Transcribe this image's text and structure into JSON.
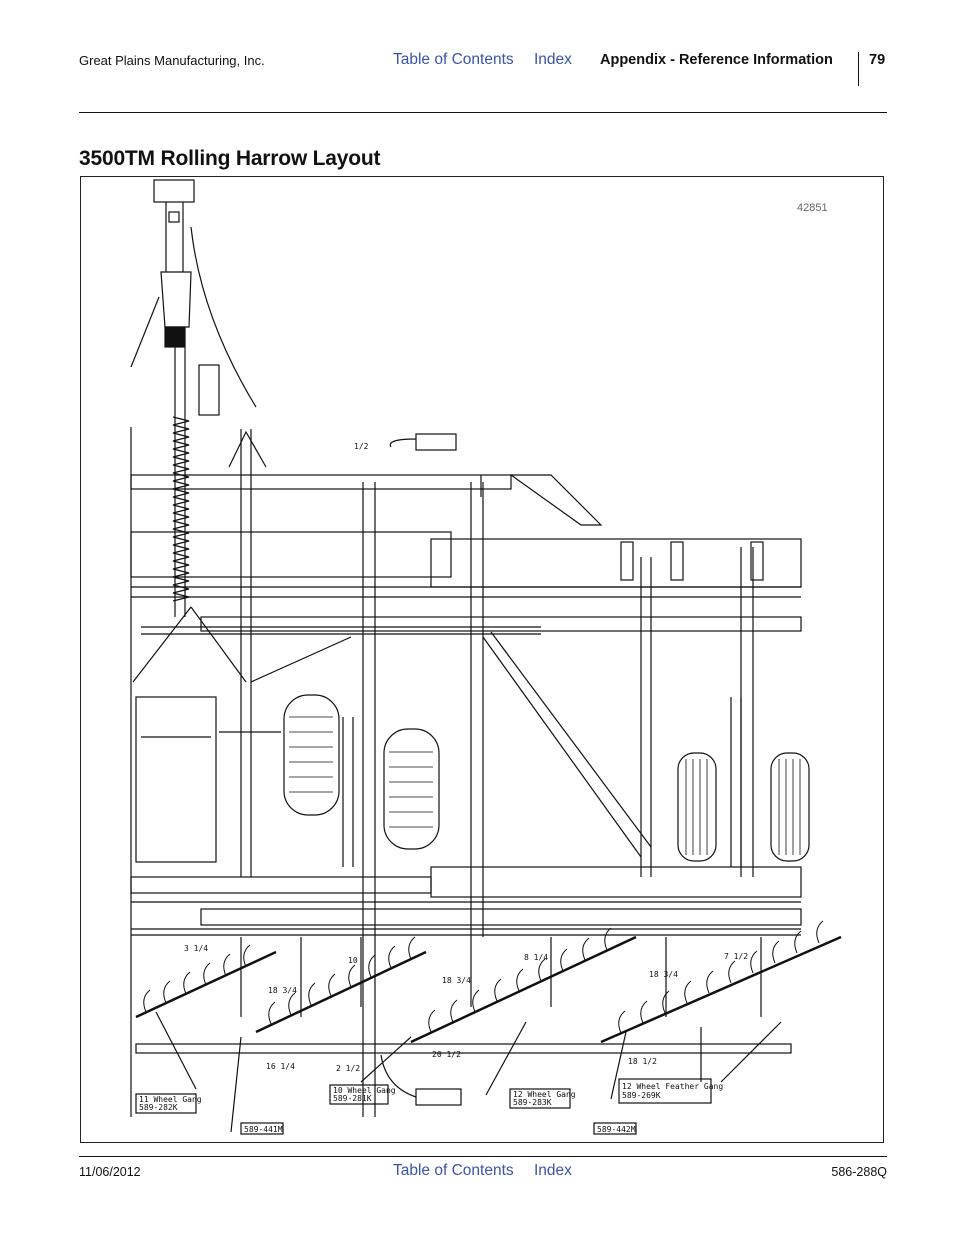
{
  "header": {
    "company": "Great Plains Manufacturing, Inc.",
    "toc_link": "Table of Contents",
    "index_link": "Index",
    "section": "Appendix - Reference Information",
    "page_number": "79"
  },
  "page_title": "3500TM Rolling Harrow Layout",
  "figure": {
    "figure_number": "42851",
    "dimensions": {
      "d1": "1/2",
      "d2": "3 1/4",
      "d3": "10",
      "d4": "18 3/4",
      "d5": "8 1/4",
      "d6": "18 3/4",
      "d7": "7 1/2",
      "d8": "18 3/4",
      "d9": "16 1/4",
      "d10": "2 1/2",
      "d11": "20 1/2",
      "d12": "18 1/2"
    },
    "callouts": {
      "c1_line1": "11 Wheel Gang",
      "c1_line2": "589-282K",
      "c2_line1": "10 Wheel Gang",
      "c2_line2": "589-281K",
      "c3_line1": "12 Wheel Gang",
      "c3_line2": "589-283K",
      "c4_line1": "12 Wheel Feather Gang",
      "c4_line2": "589-269K",
      "p1": "589-441M",
      "p2": "589-442M"
    }
  },
  "footer": {
    "date": "11/06/2012",
    "toc_link": "Table of Contents",
    "index_link": "Index",
    "doc_number": "586-288Q"
  }
}
